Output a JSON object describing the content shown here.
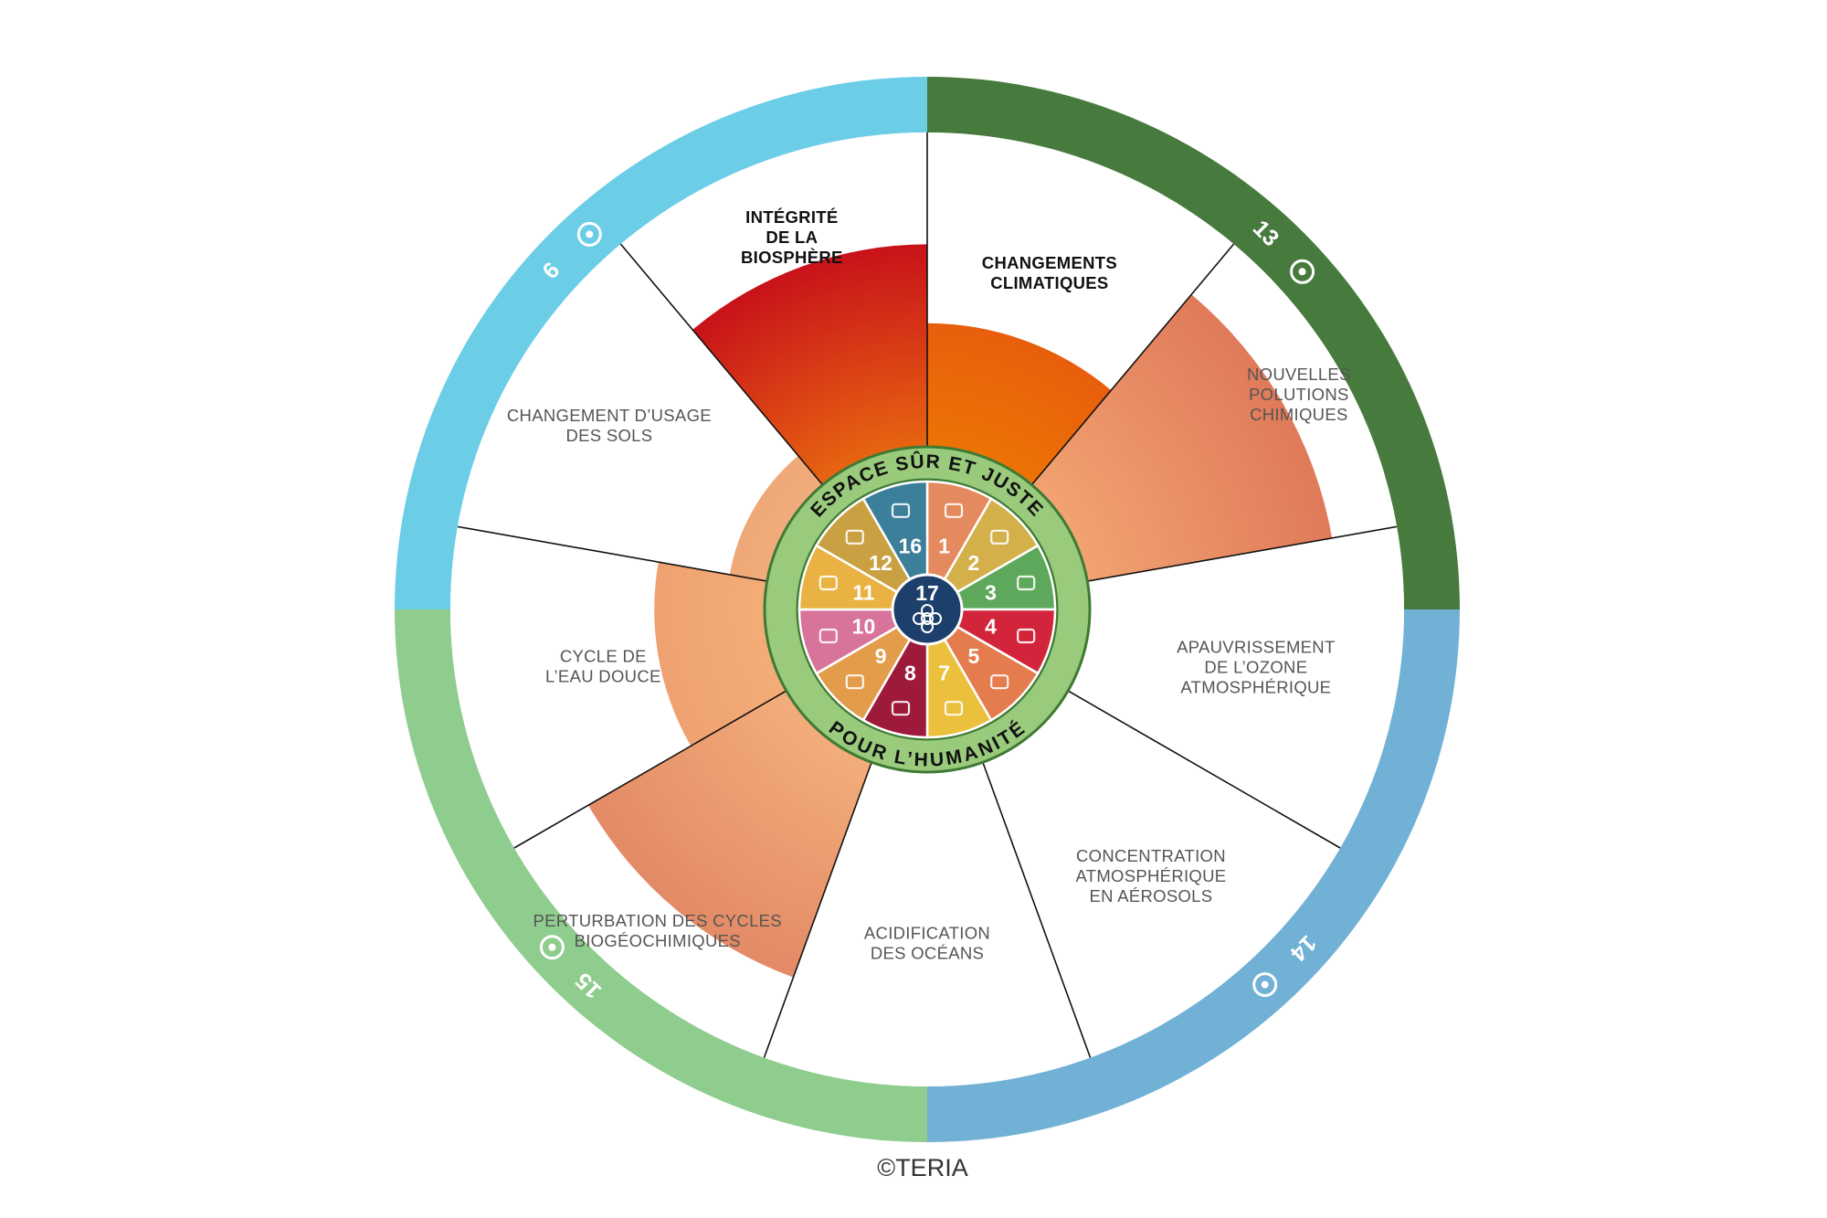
{
  "colors": {
    "band_green_dark": "#477a3d",
    "band_blue_mid": "#72b1d6",
    "band_green_light": "#8ecd8d",
    "band_blue_light": "#6ccde7",
    "divider": "#111111",
    "hub_ring": "#9acb7c",
    "hub_center": "#1d3f6b"
  },
  "outer_band": [
    {
      "start_deg": -90,
      "end_deg": 0,
      "color": "#477a3d"
    },
    {
      "start_deg": 0,
      "end_deg": 90,
      "color": "#72b1d6"
    },
    {
      "start_deg": 90,
      "end_deg": 180,
      "color": "#8ecd8d"
    },
    {
      "start_deg": 180,
      "end_deg": 270,
      "color": "#6ccde7"
    }
  ],
  "band_sdgs": [
    {
      "number": "13",
      "icon": "climate-eye-globe-icon",
      "angle": -45,
      "color": "#ffffff"
    },
    {
      "number": "14",
      "icon": "fish-waves-icon",
      "angle": 45,
      "color": "#ffffff"
    },
    {
      "number": "15",
      "icon": "tree-land-icon",
      "angle": 135,
      "color": "#ffffff"
    },
    {
      "number": "6",
      "icon": "water-drop-glass-icon",
      "angle": 225,
      "color": "#ffffff"
    }
  ],
  "segments": [
    {
      "id": "changements-climatiques",
      "label_lines": [
        "CHANGEMENTS",
        "CLIMATIQUES"
      ],
      "bold": true,
      "level": 0.42,
      "color_in": "#f08000",
      "color_out": "#e85e0c",
      "label_r": 0.75
    },
    {
      "id": "nouvelles-polutions",
      "label_lines": [
        "NOUVELLES",
        "POLUTIONS",
        "CHIMIQUES"
      ],
      "bold": false,
      "level": 0.8,
      "color_in": "#f4a974",
      "color_out": "#e07a5a",
      "label_r": 0.9
    },
    {
      "id": "apauvrissement-ozone",
      "label_lines": [
        "APAUVRISSEMENT",
        "DE L’OZONE",
        "ATMOSPHÉRIQUE"
      ],
      "bold": false,
      "level": 0,
      "color_in": "#f4a974",
      "color_out": "#e07a5a",
      "label_r": 0.7
    },
    {
      "id": "concentration-aerosols",
      "label_lines": [
        "CONCENTRATION",
        "ATMOSPHÉRIQUE",
        "EN AÉROSOLS"
      ],
      "bold": false,
      "level": 0,
      "color_in": "#f4a974",
      "color_out": "#e07a5a",
      "label_r": 0.73
    },
    {
      "id": "acidification-oceans",
      "label_lines": [
        "ACIDIFICATION",
        "DES OCÉANS"
      ],
      "bold": false,
      "level": 0,
      "color_in": "#f4a974",
      "color_out": "#e07a5a",
      "label_r": 0.7
    },
    {
      "id": "perturbation-cycles",
      "label_lines": [
        "PERTURBATION DES CYCLES",
        "BIOGÉOCHIMIQUES"
      ],
      "bold": false,
      "level": 0.74,
      "color_in": "#f6b47e",
      "color_out": "#e38a66",
      "label_r": 0.88
    },
    {
      "id": "cycle-eau-douce",
      "label_lines": [
        "CYCLE DE",
        "L’EAU DOUCE"
      ],
      "bold": false,
      "level": 0.38,
      "color_in": "#f7b57a",
      "color_out": "#eea271",
      "label_r": 0.69
    },
    {
      "id": "changement-usage-sols",
      "label_lines": [
        "CHANGEMENT D’USAGE",
        "DES SOLS"
      ],
      "bold": false,
      "level": 0.16,
      "color_in": "#f5b683",
      "color_out": "#efa877",
      "label_r": 0.77
    },
    {
      "id": "integrite-biosphere",
      "label_lines": [
        "INTÉGRITÉ",
        "DE LA",
        "BIOSPHÈRE"
      ],
      "bold": true,
      "level": 0.66,
      "color_in": "#ef7a0e",
      "color_out": "#c8121a",
      "label_r": 0.83
    }
  ],
  "hub": {
    "top_text": "ESPACE SÛR ET JUSTE",
    "bottom_text": "POUR L’HUMANITÉ",
    "center_number": "17",
    "center_icon": "partnership-flower-icon"
  },
  "sdg_wedges": [
    {
      "number": "1",
      "color": "#e58a5e",
      "icon": "family-icon"
    },
    {
      "number": "2",
      "color": "#d4b04a",
      "icon": "bowl-icon"
    },
    {
      "number": "3",
      "color": "#5da85a",
      "icon": "heartbeat-icon"
    },
    {
      "number": "4",
      "color": "#d2243a",
      "icon": "book-icon"
    },
    {
      "number": "5",
      "color": "#e47c4d",
      "icon": "gender-icon"
    },
    {
      "number": "7",
      "color": "#eac03d",
      "icon": "sun-icon"
    },
    {
      "number": "8",
      "color": "#9e1a3a",
      "icon": "growth-chart-icon"
    },
    {
      "number": "9",
      "color": "#e29c4a",
      "icon": "cubes-icon"
    },
    {
      "number": "10",
      "color": "#d8739b",
      "icon": "equality-icon"
    },
    {
      "number": "11",
      "color": "#e9b243",
      "icon": "city-icon"
    },
    {
      "number": "12",
      "color": "#c9a042",
      "icon": "infinity-icon"
    },
    {
      "number": "16",
      "color": "#3c7f9a",
      "icon": "dove-icon"
    }
  ],
  "credit": "©TERIA"
}
